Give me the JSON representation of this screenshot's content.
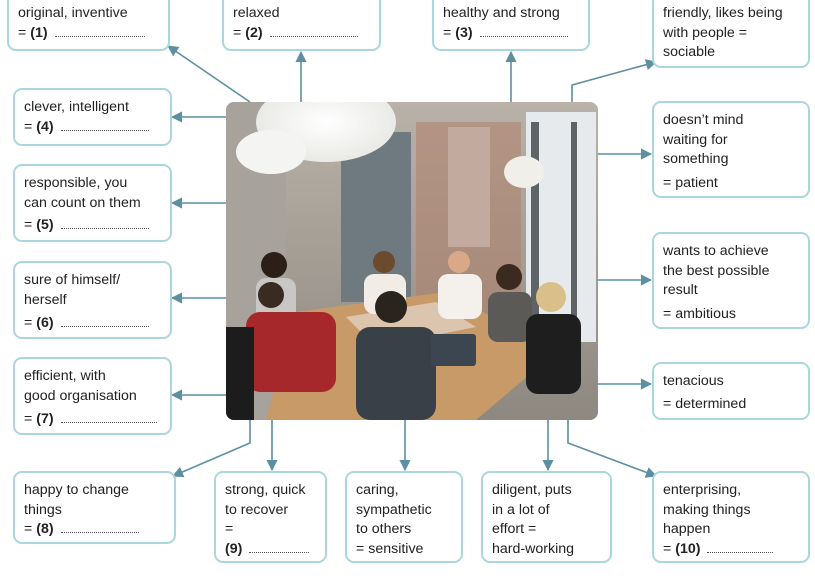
{
  "boxes": {
    "b1": {
      "lines": [
        "original, inventive"
      ],
      "answer_prefix": "=",
      "answer_number": "(1)"
    },
    "b2": {
      "lines": [
        "relaxed"
      ],
      "answer_prefix": "=",
      "answer_number": "(2)"
    },
    "b3": {
      "lines": [
        "healthy and strong"
      ],
      "answer_prefix": "=",
      "answer_number": "(3)"
    },
    "b4": {
      "lines": [
        "friendly, likes being",
        "with people =",
        "sociable"
      ]
    },
    "b5": {
      "lines": [
        "clever, intelligent"
      ],
      "answer_prefix": "=",
      "answer_number": "(4)"
    },
    "b6": {
      "lines": [
        "doesn’t mind",
        "waiting for",
        "something",
        "= patient"
      ]
    },
    "b7": {
      "lines": [
        "responsible, you",
        "can count on them"
      ],
      "answer_prefix": "=",
      "answer_number": "(5)"
    },
    "b8": {
      "lines": [
        "wants to achieve",
        "the best possible",
        "result",
        "= ambitious"
      ]
    },
    "b9": {
      "lines": [
        "sure of himself/",
        "herself"
      ],
      "answer_prefix": "=",
      "answer_number": "(6)"
    },
    "b10": {
      "lines": [
        "efficient, with",
        "good organisation"
      ],
      "answer_prefix": "=",
      "answer_number": "(7)"
    },
    "b11": {
      "lines": [
        "tenacious",
        "= determined"
      ]
    },
    "b12": {
      "lines": [
        "happy to change",
        "things"
      ],
      "answer_prefix": "=",
      "answer_number": "(8)"
    },
    "b13": {
      "lines": [
        "strong, quick",
        "to recover",
        "="
      ],
      "answer_number": "(9)"
    },
    "b14": {
      "lines": [
        "caring,",
        "sympathetic",
        "to others",
        "= sensitive"
      ]
    },
    "b15": {
      "lines": [
        "diligent, puts",
        "in a lot of",
        "effort =",
        "hard-working"
      ]
    },
    "b16": {
      "lines": [
        "enterprising,",
        "making things",
        "happen"
      ],
      "answer_prefix": "=",
      "answer_number": "(10)"
    }
  },
  "colors": {
    "box_border": "#a9d7dd",
    "connector": "#5b8fa1",
    "text": "#222222"
  }
}
